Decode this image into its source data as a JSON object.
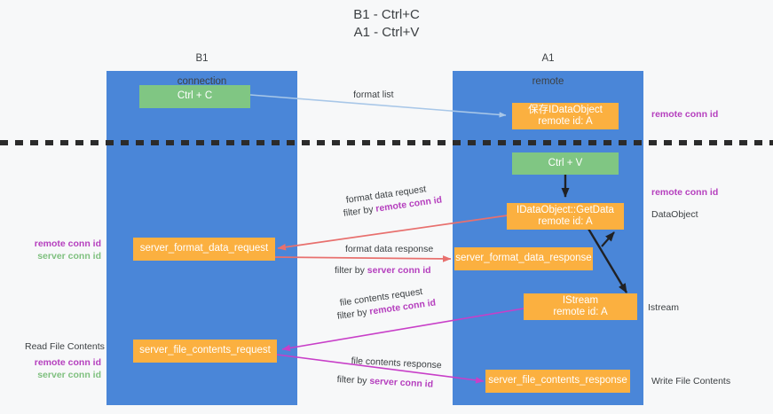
{
  "title": "B1 - Ctrl+C\nA1 - Ctrl+V",
  "colors": {
    "lane": "#4a86d8",
    "green_node": "#80c683",
    "orange_node": "#fbb040",
    "accent_purple": "#b53fbe",
    "accent_green": "#7fc07f",
    "arrow_blue": "#a8c7e8",
    "arrow_red": "#e8706e",
    "arrow_magenta": "#c83fc8",
    "arrow_black": "#202124",
    "background": "#f7f8f9"
  },
  "columns": [
    {
      "name": "B1",
      "sub": "connection"
    },
    {
      "name": "A1",
      "sub": "remote"
    }
  ],
  "nodes": {
    "ctrl_c": "Ctrl + C",
    "ctrl_v": "Ctrl + V",
    "data_object": "保存IDataObject\nremote id: A",
    "get_data": "IDataObject::GetData\nremote id: A",
    "istream": "IStream\nremote id: A",
    "server_format_data_request": "server_format_data_request",
    "server_format_data_response": "server_format_data_response",
    "server_file_contents_request": "server_file_contents_request",
    "server_file_contents_response": "server_file_contents_response"
  },
  "edges": {
    "format_list": "format list",
    "format_data_request": "format data request",
    "format_data_request_filter_prefix": "filter by ",
    "format_data_request_filter_key": "remote conn id",
    "format_data_response": "format data response",
    "format_data_response_filter_prefix": "filter by ",
    "format_data_response_filter_key": "server conn id",
    "file_contents_request": "file contents request",
    "file_contents_request_filter_prefix": "filter by ",
    "file_contents_request_filter_key": "remote conn id",
    "file_contents_response": "file contents response",
    "file_contents_response_filter_prefix": "filter by ",
    "file_contents_response_filter_key": "server conn id"
  },
  "right_notes": {
    "remote_conn_id_top": "remote conn id",
    "remote_conn_id_mid": "remote conn id",
    "data_object": "DataObject",
    "istream": "Istream",
    "write_file_contents": "Write File Contents"
  },
  "left_notes": {
    "mid_remote_conn_id": "remote conn id",
    "mid_server_conn_id": "server conn id",
    "read_file_contents": "Read File Contents",
    "bottom_remote_conn_id": "remote conn id",
    "bottom_server_conn_id": "server conn id"
  }
}
